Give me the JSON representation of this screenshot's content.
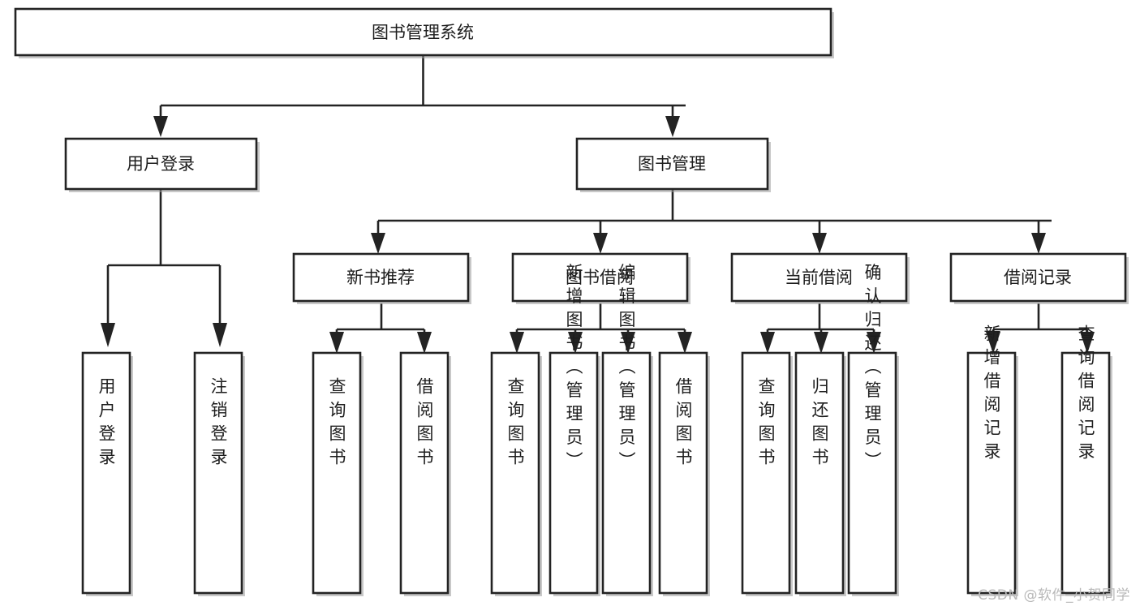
{
  "diagram": {
    "type": "tree-hierarchy",
    "title": "图书管理系统",
    "watermark": "CSDN @软件_小贺同学",
    "colors": {
      "box_fill": "#ffffff",
      "box_stroke": "#232323",
      "text": "#1d1d1d",
      "watermark": "#b9b9b9",
      "background": "#ffffff"
    },
    "root": {
      "label": "图书管理系统"
    },
    "level2": [
      {
        "label": "用户登录"
      },
      {
        "label": "图书管理"
      }
    ],
    "level3": [
      {
        "label": "新书推荐"
      },
      {
        "label": "图书借阅"
      },
      {
        "label": "当前借阅"
      },
      {
        "label": "借阅记录"
      }
    ],
    "leaves": {
      "user_login": [
        {
          "label": "用户登录"
        },
        {
          "label": "注销登录"
        }
      ],
      "new_book_recommend": [
        {
          "label": "查询图书"
        },
        {
          "label": "借阅图书"
        }
      ],
      "book_borrow": [
        {
          "label": "查询图书"
        },
        {
          "label": "新增图书（管理员）"
        },
        {
          "label": "编辑图书（管理员）"
        },
        {
          "label": "借阅图书"
        }
      ],
      "current_borrow": [
        {
          "label": "查询图书"
        },
        {
          "label": "归还图书"
        },
        {
          "label": "确认归还（管理员）"
        }
      ],
      "borrow_record": [
        {
          "label": "新增借阅记录"
        },
        {
          "label": "查询借阅记录"
        }
      ]
    }
  }
}
